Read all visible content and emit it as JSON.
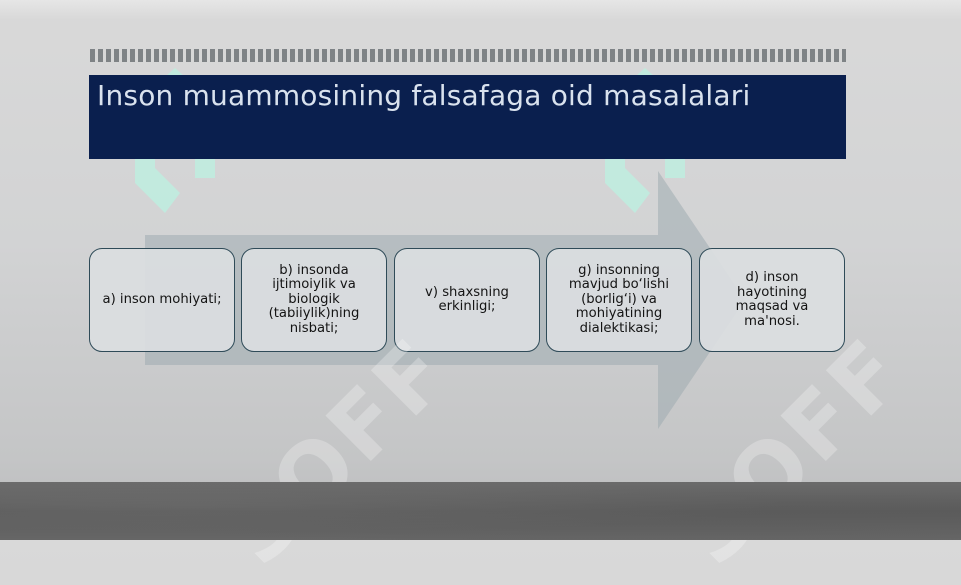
{
  "slide": {
    "title": "Inson muammosining falsafaga oid masalalari",
    "steps": [
      "a) inson mohiyati;",
      "b) insonda ijtimoiylik va biologik (tabiiylik)ning nisbati;",
      "v) shaxsning erkinligi;",
      "g) insonning mavjud bo‘lishi (borlig‘i) va mohiyatining dialektikasi;",
      "d) inson hayotining maqsad va ma'nosi."
    ]
  },
  "colors": {
    "title_bar": "#0a1f4e",
    "title_text": "#d9e2ee",
    "step_border": "#2f4b58",
    "arrow": "#9fabb1",
    "watermark_mint": "#bfeee0"
  },
  "watermarks": {
    "logo": "SOFF",
    "icon": "soff-logo-icon"
  }
}
